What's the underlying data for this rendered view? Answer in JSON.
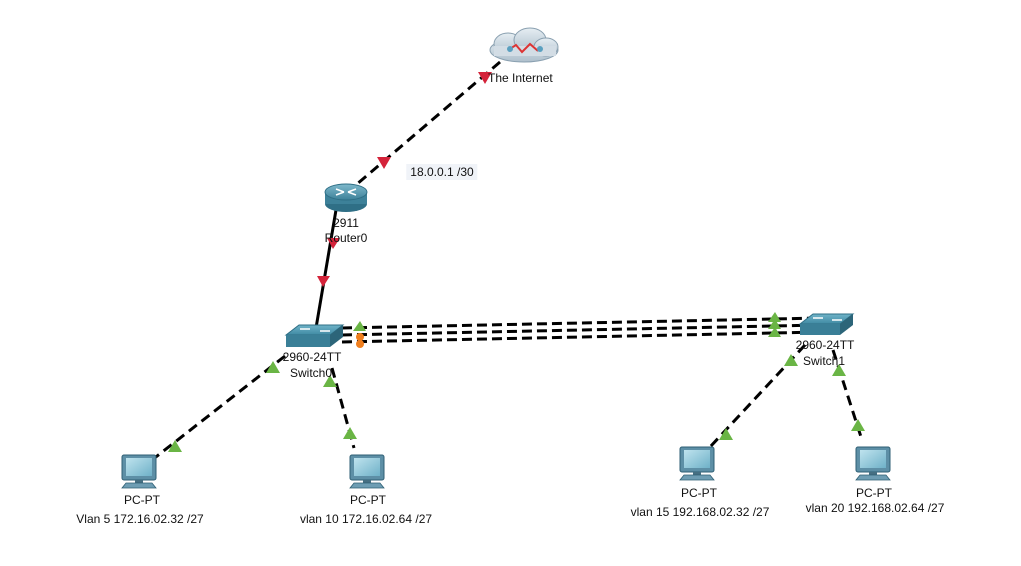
{
  "internet": {
    "label": "The Internet",
    "link_address": "18.0.0.1 /30"
  },
  "router": {
    "model": "2911",
    "name": "Router0"
  },
  "switch0": {
    "model": "2960-24TT",
    "name": "Switch0"
  },
  "switch1": {
    "model": "2960-24TT",
    "name": "Switch1"
  },
  "pcs": [
    {
      "type": "PC-PT",
      "address": "Vlan 5 172.16.02.32 /27"
    },
    {
      "type": "PC-PT",
      "address": "vlan 10 172.16.02.64 /27"
    },
    {
      "type": "PC-PT",
      "address": "vlan 15 192.168.02.32 /27"
    },
    {
      "type": "PC-PT",
      "address": "vlan 20 192.168.02.64 /27"
    }
  ],
  "colors": {
    "link_down": "#d4233a",
    "link_up": "#6ab545",
    "link_blocking": "#f07f1e"
  }
}
